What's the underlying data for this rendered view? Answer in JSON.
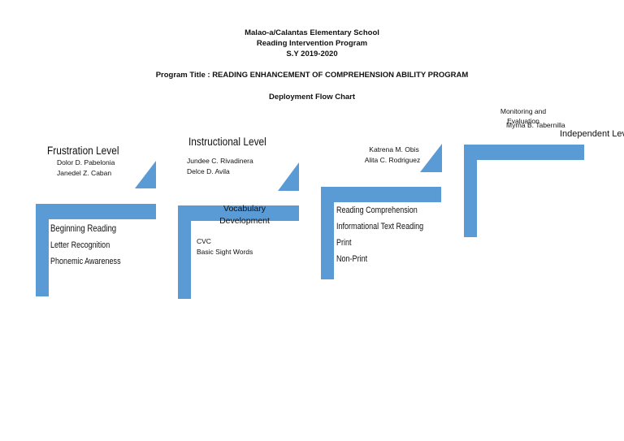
{
  "header": {
    "school": "Malao-a/Calantas Elementary School",
    "program": "Reading Intervention Program",
    "sy": "S.Y 2019-2020",
    "program_title": "Program Title : READING ENHANCEMENT OF COMPREHENSION ABILITY PROGRAM",
    "chart_title": "Deployment Flow Chart"
  },
  "colors": {
    "shape": "#5b9bd5"
  },
  "steps": [
    {
      "level": "Frustration Level",
      "people": [
        "Dolor D. Pabelonia",
        "Janedel Z. Caban"
      ],
      "heading": "Beginning Reading",
      "items": [
        "Letter Recognition",
        "Phonemic Awareness"
      ]
    },
    {
      "level": "Instructional Level",
      "people": [
        "Jundee C. Rivadinera",
        "Delce D. Avila"
      ],
      "heading_lines": [
        "Vocabulary",
        "Development"
      ],
      "items": [
        "CVC",
        "Basic Sight Words"
      ]
    },
    {
      "people": [
        "Katrena M. Obis",
        "Alita C. Rodriguez"
      ],
      "items": [
        "Reading Comprehension",
        "Informational Text Reading",
        "Print",
        "Non-Print"
      ]
    },
    {
      "label_lines": [
        "Monitoring and",
        "Evaluation"
      ],
      "people": [
        "Myrna B. Tabernilla"
      ],
      "level": "Independent Level"
    }
  ]
}
